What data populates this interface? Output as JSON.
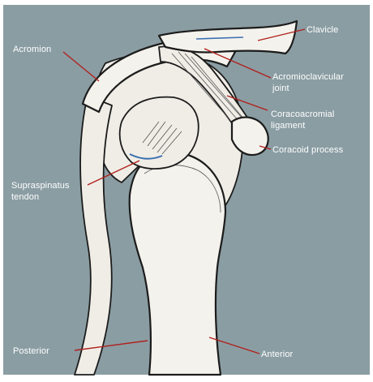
{
  "figure": {
    "background": "#8a9da3",
    "labels": {
      "clavicle": "Clavicle",
      "acromion": "Acromion",
      "acromioclavicular_line1": "Acromioclavicular",
      "acromioclavicular_line2": "joint",
      "coracoacromial_line1": "Coracoacromial",
      "coracoacromial_line2": "ligament",
      "coracoid": "Coracoid process",
      "supraspinatus_line1": "Supraspinatus",
      "supraspinatus_line2": "tendon",
      "posterior": "Posterior",
      "anterior": "Anterior"
    }
  }
}
